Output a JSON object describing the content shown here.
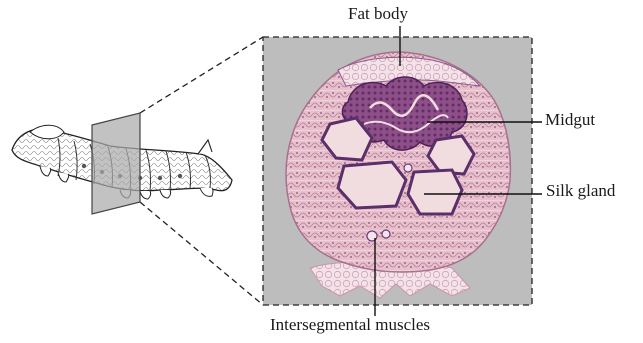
{
  "figure": {
    "labels": {
      "fat_body": "Fat body",
      "midgut": "Midgut",
      "silk_gland": "Silk gland",
      "intersegmental_muscles": "Intersegmental muscles"
    },
    "colors": {
      "panel_background": "#bdbdbd",
      "tissue_pink": "#e9c4cf",
      "tissue_purple": "#6a3a7a",
      "gland_core": "#f1dde0",
      "line": "#111111"
    }
  }
}
